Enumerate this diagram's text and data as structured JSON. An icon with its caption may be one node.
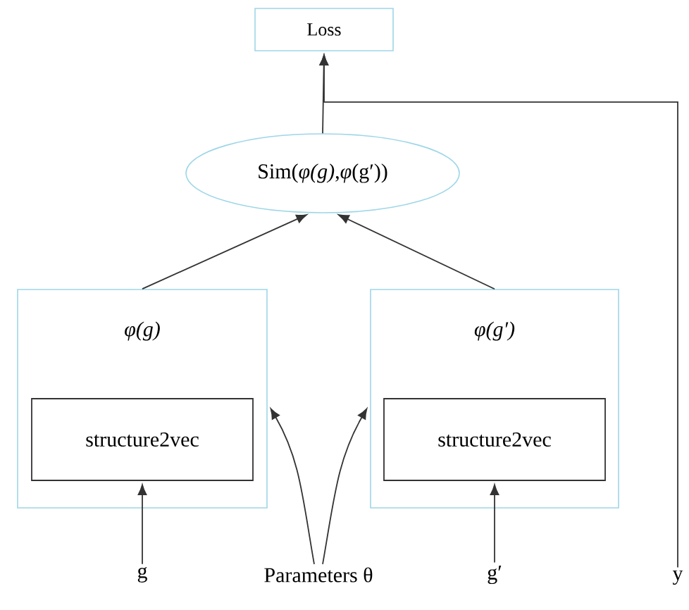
{
  "diagram": {
    "nodes": [
      {
        "text": [
          "Loss"
        ]
      },
      {
        "text": [
          "Sim(*φ(g)*,*φ*(g′))"
        ]
      },
      {
        "text": [
          "φ(g)"
        ]
      },
      {
        "text": [
          "structure2vec"
        ],
        "in": 2
      },
      {
        "text": [
          "φ(g′)"
        ]
      },
      {
        "text": [
          "structure2vec"
        ],
        "in": 4
      },
      {
        "text": [
          "g"
        ]
      },
      {
        "text": [
          "Parameters θ"
        ]
      },
      {
        "text": [
          "g′"
        ]
      },
      {
        "text": [
          "y"
        ]
      }
    ],
    "edges": [
      {
        "from": 1,
        "to": 0,
        "arrow": "to"
      },
      {
        "from": 2,
        "to": 1,
        "arrow": "to"
      },
      {
        "from": 4,
        "to": 1,
        "arrow": "to"
      },
      {
        "from": 6,
        "to": 3,
        "arrow": "to"
      },
      {
        "from": 8,
        "to": 5,
        "arrow": "to"
      },
      {
        "from": 7,
        "to": 2,
        "arrow": "to"
      },
      {
        "from": 7,
        "to": 4,
        "arrow": "to"
      },
      {
        "from": 9,
        "to": 0,
        "arrow": "to"
      }
    ]
  }
}
